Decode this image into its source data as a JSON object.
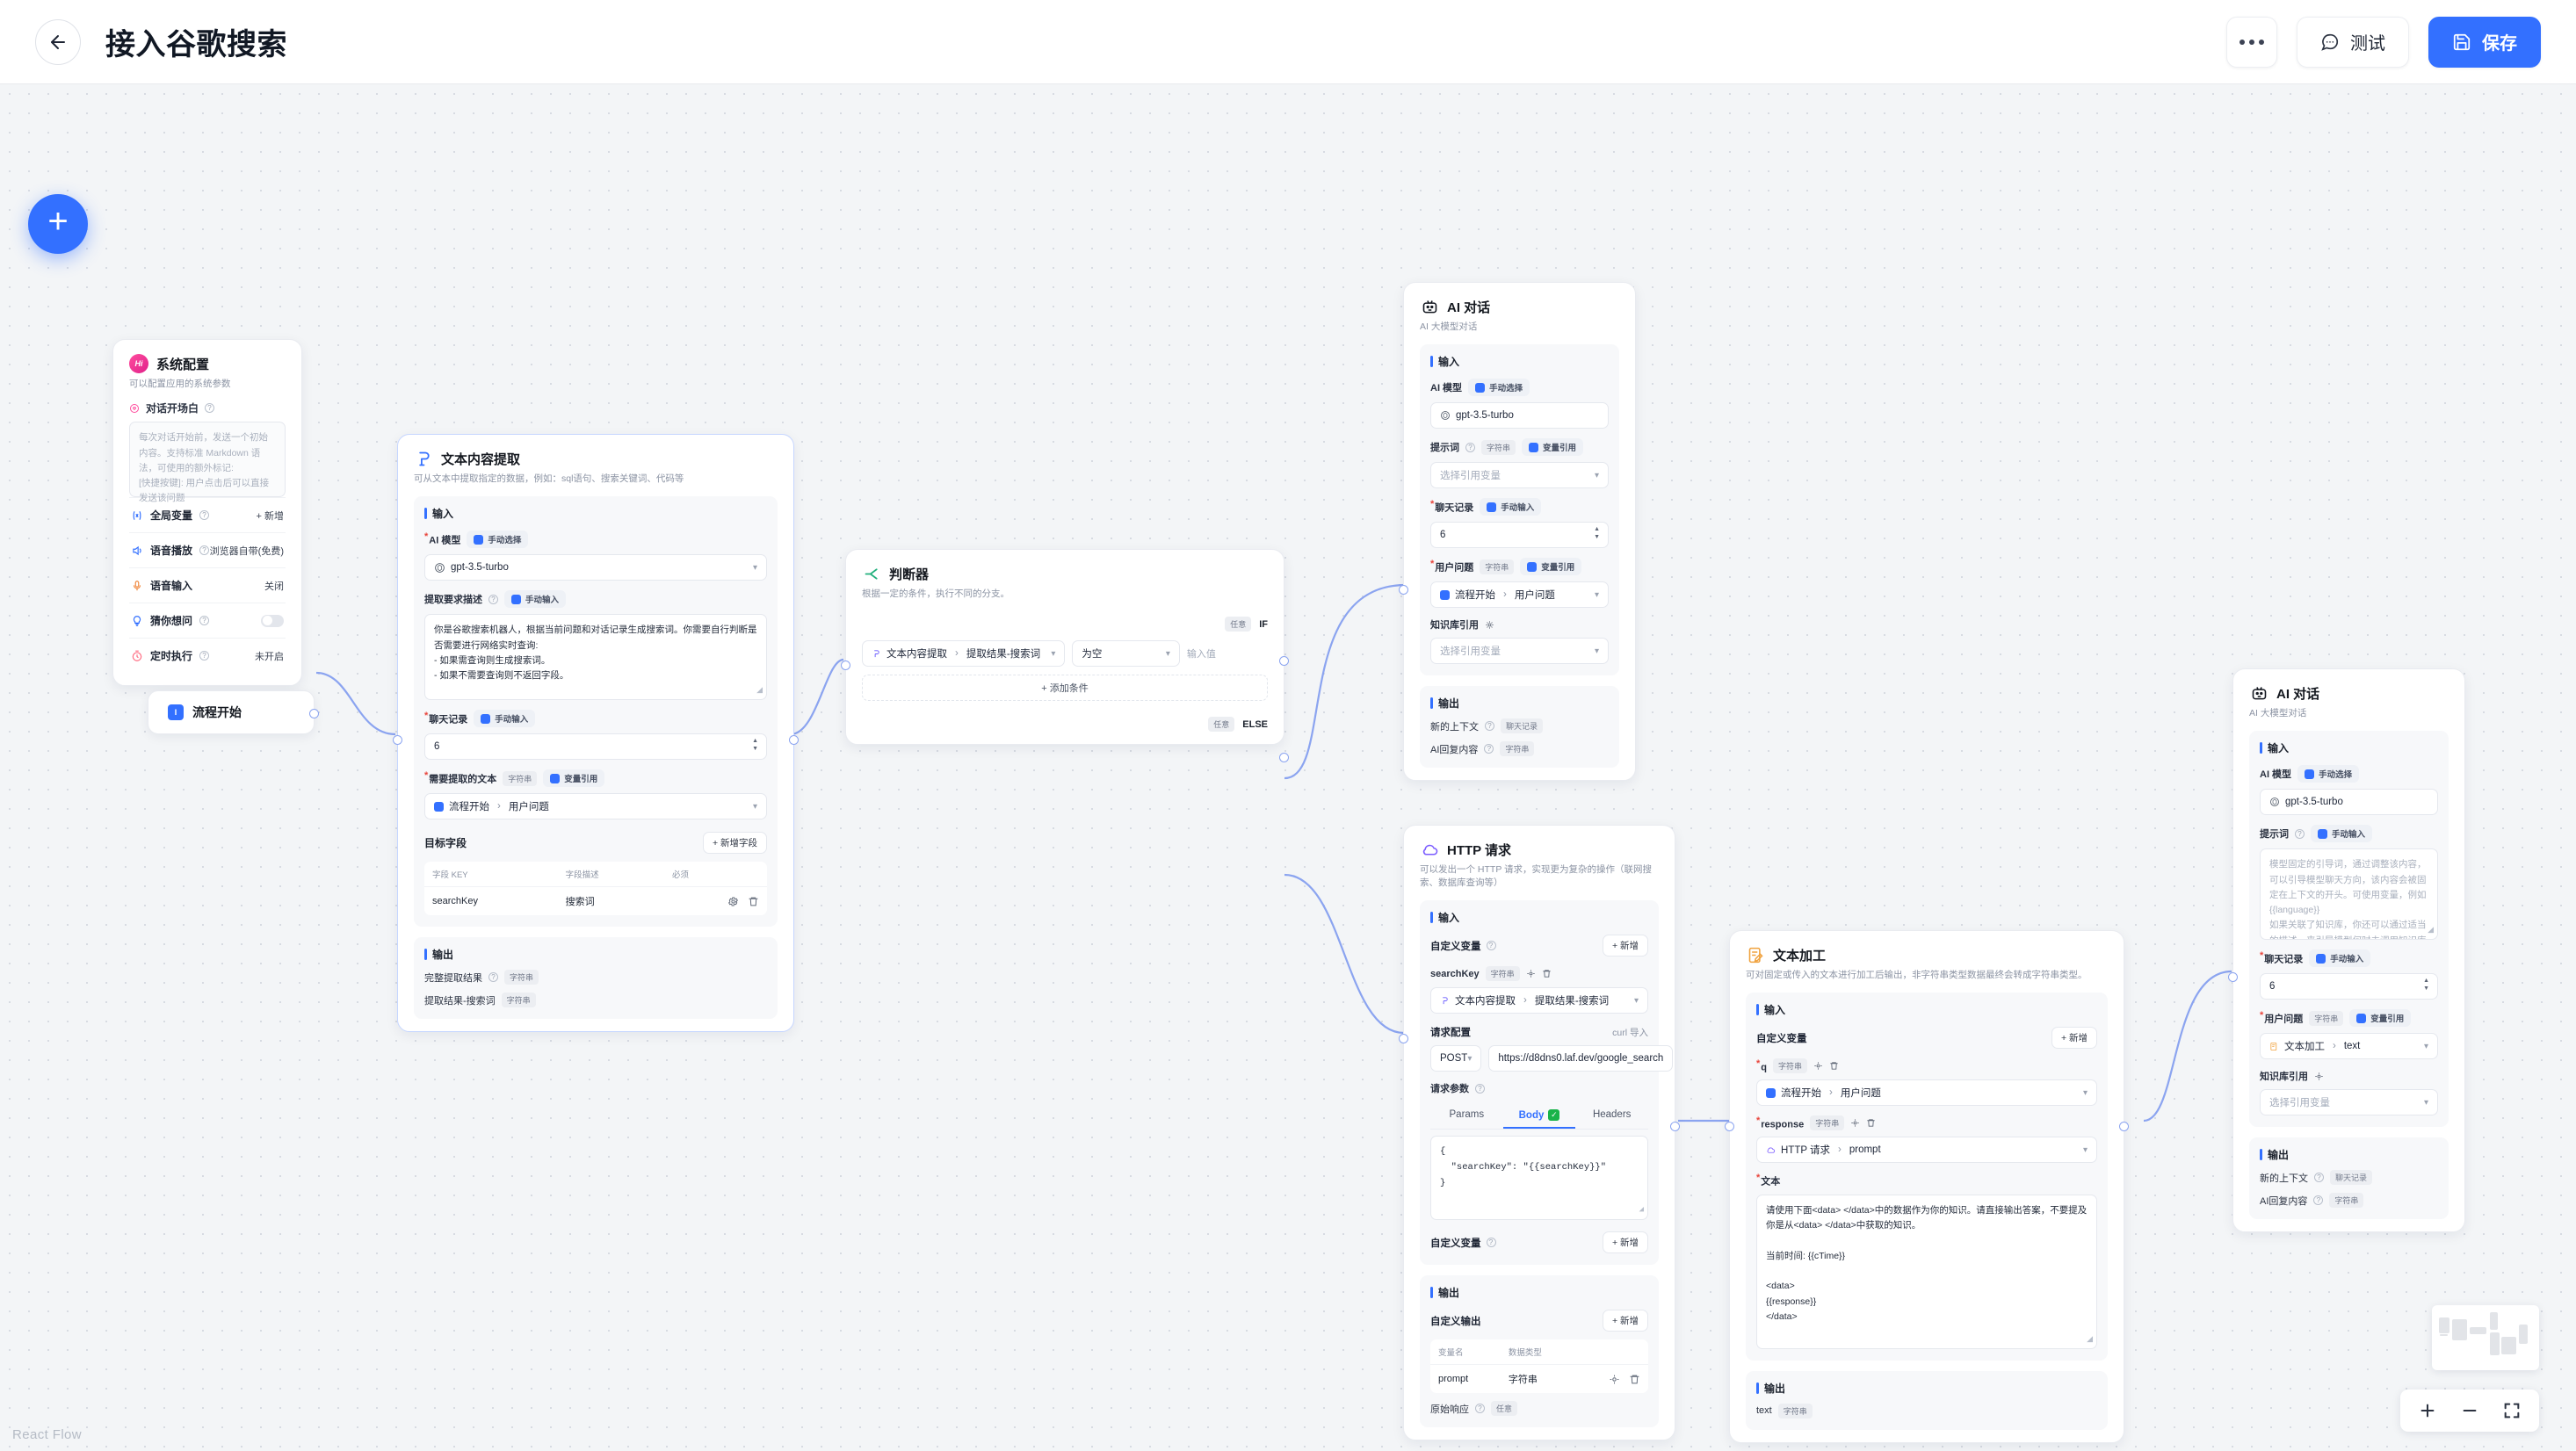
{
  "header": {
    "title": "接入谷歌搜索",
    "back_icon": "arrow-left-icon",
    "more_label": "",
    "test_label": "测试",
    "save_label": "保存",
    "accent": "#3370ff"
  },
  "canvas": {
    "add_button": "+",
    "attribution": "React Flow"
  },
  "common": {
    "input_section": "输入",
    "output_section": "输出",
    "manual_select": "手动选择",
    "manual_input": "手动输入",
    "var_ref": "变量引用",
    "type_string": "字符串",
    "type_any": "任意",
    "type_chat": "聊天记录",
    "select_var_placeholder": "选择引用变量",
    "add": "新增"
  },
  "nodes": {
    "system_config": {
      "title": "系统配置",
      "desc": "可以配置应用的系统参数",
      "avatar_text": "Hi",
      "welcome_label": "对话开场白",
      "welcome_placeholder": "每次对话开始前，发送一个初始内容。支持标准 Markdown 语法，可使用的额外标记:\n[快捷按键]: 用户点击后可以直接发送该问题",
      "rows": [
        {
          "icon": "variable-icon",
          "label": "全局变量",
          "value": "+ 新增",
          "kind": "action"
        },
        {
          "icon": "speaker-icon",
          "label": "语音播放",
          "value": "浏览器自带(免费)",
          "kind": "text"
        },
        {
          "icon": "microphone-icon",
          "label": "语音输入",
          "value": "关闭",
          "kind": "text"
        },
        {
          "icon": "bulb-icon",
          "label": "猜你想问",
          "value": "",
          "kind": "toggle"
        },
        {
          "icon": "timer-icon",
          "label": "定时执行",
          "value": "未开启",
          "kind": "text"
        }
      ]
    },
    "flow_start": {
      "title": "流程开始",
      "icon": "flow-start-icon"
    },
    "text_extract": {
      "title": "文本内容提取",
      "desc": "可从文本中提取指定的数据，例如：sql语句、搜索关键词、代码等",
      "model_label": "AI 模型",
      "model_value": "gpt-3.5-turbo",
      "prompt_label": "提取要求描述",
      "prompt_value": "你是谷歌搜索机器人，根据当前问题和对话记录生成搜索词。你需要自行判断是否需要进行网络实时查询:\n- 如果需查询则生成搜索词。\n- 如果不需要查询则不返回字段。",
      "history_label": "聊天记录",
      "history_value": "6",
      "source_label": "需要提取的文本",
      "source_value_node": "流程开始",
      "source_value_field": "用户问题",
      "fields_label": "目标字段",
      "add_field_label": "+ 新增字段",
      "table_headers": [
        "字段 KEY",
        "字段描述",
        "必须"
      ],
      "table_rows": [
        {
          "key": "searchKey",
          "desc": "搜索词",
          "required": ""
        }
      ],
      "outputs": [
        {
          "label": "完整提取结果",
          "type": "字符串",
          "tip": true
        },
        {
          "label": "提取结果-搜索词",
          "type": "字符串",
          "tip": false
        }
      ]
    },
    "condition": {
      "title": "判断器",
      "desc": "根据一定的条件，执行不同的分支。",
      "if_badge": "任意",
      "if_label": "IF",
      "else_badge": "任意",
      "else_label": "ELSE",
      "cond_var_node": "文本内容提取",
      "cond_var_field": "提取结果-搜索词",
      "operator": "为空",
      "value_placeholder": "输入值",
      "add_condition": "+ 添加条件"
    },
    "ai_chat_top": {
      "title": "AI 对话",
      "desc": "AI 大模型对话",
      "model_label": "AI 模型",
      "model_value": "gpt-3.5-turbo",
      "prompt_label": "提示词",
      "prompt_placeholder": "选择引用变量",
      "history_label": "聊天记录",
      "history_value": "6",
      "question_label": "用户问题",
      "question_node": "流程开始",
      "question_field": "用户问题",
      "kb_label": "知识库引用",
      "kb_placeholder": "选择引用变量",
      "outputs": [
        {
          "label": "新的上下文",
          "type": "聊天记录"
        },
        {
          "label": "AI回复内容",
          "type": "字符串"
        }
      ]
    },
    "http": {
      "title": "HTTP 请求",
      "desc": "可以发出一个 HTTP 请求，实现更为复杂的操作（联网搜索、数据库查询等）",
      "custom_var_label": "自定义变量",
      "add_label": "+ 新增",
      "var_name": "searchKey",
      "var_type": "字符串",
      "var_node": "文本内容提取",
      "var_field": "提取结果-搜索词",
      "req_config_label": "请求配置",
      "curl_label": "curl 导入",
      "method": "POST",
      "url": "https://d8dns0.laf.dev/google_search",
      "req_params_label": "请求参数",
      "tabs": [
        "Params",
        "Body",
        "Headers"
      ],
      "active_tab": "Body",
      "body": "{\n  \"searchKey\": \"{{searchKey}}\"\n}",
      "custom_out_label": "自定义输出",
      "out_headers": [
        "变量名",
        "数据类型"
      ],
      "out_rows": [
        {
          "name": "prompt",
          "type": "字符串"
        }
      ],
      "raw_response_label": "原始响应",
      "raw_response_type": "任意"
    },
    "text_process": {
      "title": "文本加工",
      "desc": "可对固定或传入的文本进行加工后输出，非字符串类型数据最终会转成字符串类型。",
      "custom_var_label": "自定义变量",
      "add_label": "+ 新增",
      "var_q": {
        "name": "q",
        "type": "字符串",
        "node": "流程开始",
        "field": "用户问题"
      },
      "var_resp": {
        "name": "response",
        "type": "字符串",
        "node": "HTTP 请求",
        "field": "prompt"
      },
      "text_label": "文本",
      "text_value": "请使用下面<data> </data>中的数据作为你的知识。请直接输出答案，不要提及你是从<data> </data>中获取的知识。\n\n当前时间: {{cTime}}\n\n<data>\n{{response}}\n</data>",
      "outputs": [
        {
          "label": "text",
          "type": "字符串"
        }
      ]
    },
    "ai_chat_right": {
      "title": "AI 对话",
      "desc": "AI 大模型对话",
      "model_label": "AI 模型",
      "model_value": "gpt-3.5-turbo",
      "prompt_label": "提示词",
      "prompt_placeholder": "模型固定的引导词，通过调整该内容，可以引导模型聊天方向，该内容会被固定在上下文的开头。可使用变量，例如 {{language}}\n如果关联了知识库，你还可以通过适当的描述，来引导模型何时去调用知识库搜索。例如:\n你是电影《星际穿越》的助手，当用户询问与《星际穿越》相关的内容时，请搜索知识库并结合搜索结果进行回答",
      "history_label": "聊天记录",
      "history_value": "6",
      "question_label": "用户问题",
      "question_node": "文本加工",
      "question_field": "text",
      "kb_label": "知识库引用",
      "kb_placeholder": "选择引用变量",
      "outputs": [
        {
          "label": "新的上下文",
          "type": "聊天记录"
        },
        {
          "label": "AI回复内容",
          "type": "字符串"
        }
      ]
    }
  },
  "controls": {
    "zoom_in": "+",
    "zoom_out": "−",
    "fit_view": "fit-view-icon"
  }
}
